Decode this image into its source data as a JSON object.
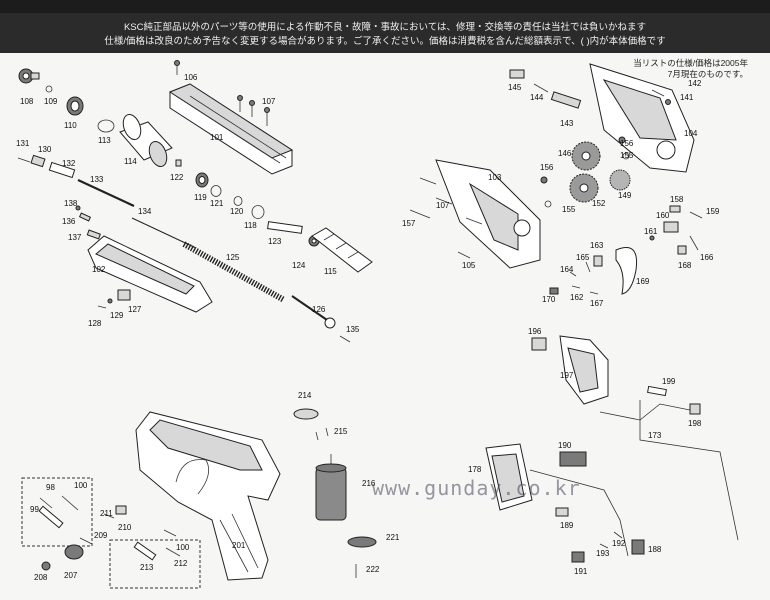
{
  "header": {
    "line1": "KSC純正部品以外のパーツ等の使用による作動不良・故障・事故においては、修理・交換等の責任は当社では負いかねます",
    "line2": "仕様/価格は改良のため予告なく変更する場合があります。ご了承ください。価格は消費税を含んだ総額表示で、(    )内が本体価格です"
  },
  "price_note": {
    "line1": "当リストの仕様/価格は2005年",
    "line2": "7月現在のものです。"
  },
  "watermark": "www.gunday.co.kr",
  "parts": {
    "p108": "108",
    "p109": "109",
    "p110": "110",
    "p106": "106",
    "p107a": "107",
    "p101": "101",
    "p113": "113",
    "p114": "114",
    "p122": "122",
    "p119": "119",
    "p121": "121",
    "p120": "120",
    "p118": "118",
    "p131": "131",
    "p130": "130",
    "p132": "132",
    "p133": "133",
    "p134": "134",
    "p138": "138",
    "p136": "136",
    "p137": "137",
    "p102": "102",
    "p123": "123",
    "p124": "124",
    "p125": "125",
    "p115": "115",
    "p126": "126",
    "p135": "135",
    "p128": "128",
    "p129": "129",
    "p127": "127",
    "p145": "145",
    "p144": "144",
    "p142": "142",
    "p141": "141",
    "p143": "143",
    "p104": "104",
    "p146": "146",
    "p156a": "156",
    "p155a": "155",
    "p103": "103",
    "p156b": "156",
    "p155b": "155",
    "p152": "152",
    "p149": "149",
    "p107b": "107",
    "p157": "157",
    "p105": "105",
    "p158": "158",
    "p159": "159",
    "p160": "160",
    "p161": "161",
    "p166": "166",
    "p168": "168",
    "p163": "163",
    "p165": "165",
    "p164": "164",
    "p162": "162",
    "p167": "167",
    "p170": "170",
    "p169": "169",
    "p214": "214",
    "p215": "215",
    "p216": "216",
    "p98": "98",
    "p100a": "100",
    "p99": "99",
    "p211": "211",
    "p210": "210",
    "p209": "209",
    "p100b": "100",
    "p201": "201",
    "p221": "221",
    "p208": "208",
    "p207": "207",
    "p213": "213",
    "p212": "212",
    "p222": "222",
    "p196": "196",
    "p197": "197",
    "p199": "199",
    "p173": "173",
    "p198": "198",
    "p190": "190",
    "p178": "178",
    "p189": "189",
    "p192": "192",
    "p193": "193",
    "p191": "191",
    "p188": "188"
  }
}
